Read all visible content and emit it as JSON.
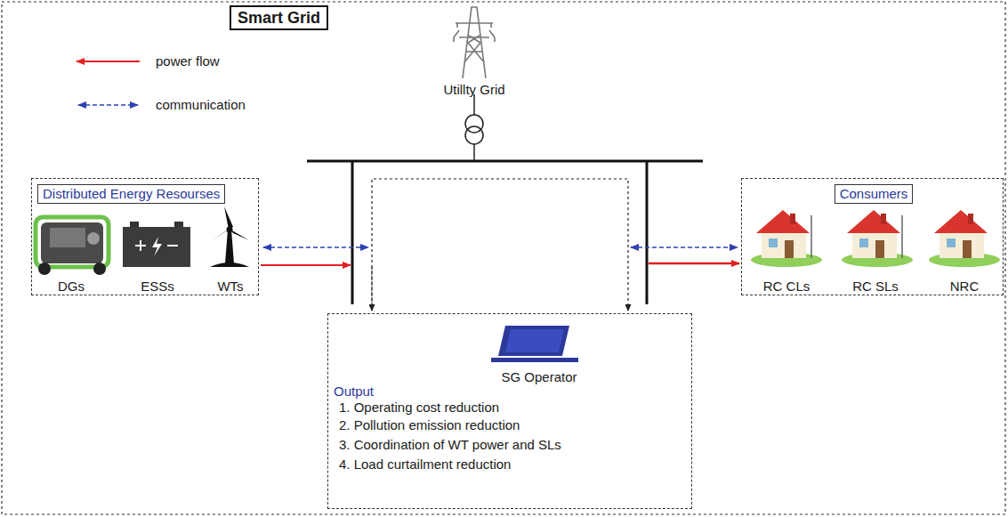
{
  "diagram": {
    "title": "Smart Grid",
    "nodes": [
      {
        "text": [
          "Distributed Energy Resourses",
          "DGs",
          "ESSs",
          "WTs"
        ]
      },
      {
        "text": [
          "Consumers",
          "RC CLs",
          "RC SLs",
          "NRC"
        ]
      },
      {
        "text": [
          "SG Operator",
          "Output",
          "1. Operating cost reduction",
          "2. Pollution emission reduction",
          "3. Coordination of WT power and SLs",
          "4. Load curtailment reduction"
        ]
      }
    ],
    "labels": [
      "Utillty Grid"
    ],
    "legend": [
      {
        "text": "power flow"
      },
      {
        "text": "communication"
      }
    ]
  }
}
